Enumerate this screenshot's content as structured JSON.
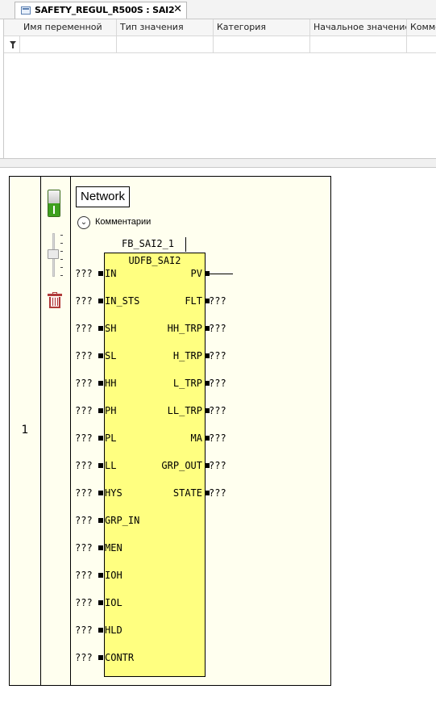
{
  "tab": {
    "title": "SAFETY_REGUL_R500S : SAI2",
    "close": "✕",
    "icon": "document-icon"
  },
  "var_table": {
    "columns": [
      "Имя переменной",
      "Тип значения",
      "Категория",
      "Начальное значение",
      "Комментарий"
    ],
    "filter_icon": "filter-icon"
  },
  "network": {
    "number": "1",
    "label": "Network",
    "comment_label": "Комментарии",
    "enabled": true
  },
  "block": {
    "instance": "FB_SAI2_1",
    "type": "UDFB_SAI2",
    "inputs": [
      {
        "value": "???",
        "name": "IN"
      },
      {
        "value": "???",
        "name": "IN_STS"
      },
      {
        "value": "???",
        "name": "SH"
      },
      {
        "value": "???",
        "name": "SL"
      },
      {
        "value": "???",
        "name": "HH"
      },
      {
        "value": "???",
        "name": "PH"
      },
      {
        "value": "???",
        "name": "PL"
      },
      {
        "value": "???",
        "name": "LL"
      },
      {
        "value": "???",
        "name": "HYS"
      },
      {
        "value": "???",
        "name": "GRP_IN"
      },
      {
        "value": "???",
        "name": "MEN"
      },
      {
        "value": "???",
        "name": "IOH"
      },
      {
        "value": "???",
        "name": "IOL"
      },
      {
        "value": "???",
        "name": "HLD"
      },
      {
        "value": "???",
        "name": "CONTR"
      }
    ],
    "outputs": [
      {
        "name": "PV",
        "value": ""
      },
      {
        "name": "FLT",
        "value": "???"
      },
      {
        "name": "HH_TRP",
        "value": "???"
      },
      {
        "name": "H_TRP",
        "value": "???"
      },
      {
        "name": "L_TRP",
        "value": "???"
      },
      {
        "name": "LL_TRP",
        "value": "???"
      },
      {
        "name": "MA",
        "value": "???"
      },
      {
        "name": "GRP_OUT",
        "value": "???"
      },
      {
        "name": "STATE",
        "value": "???"
      }
    ]
  }
}
